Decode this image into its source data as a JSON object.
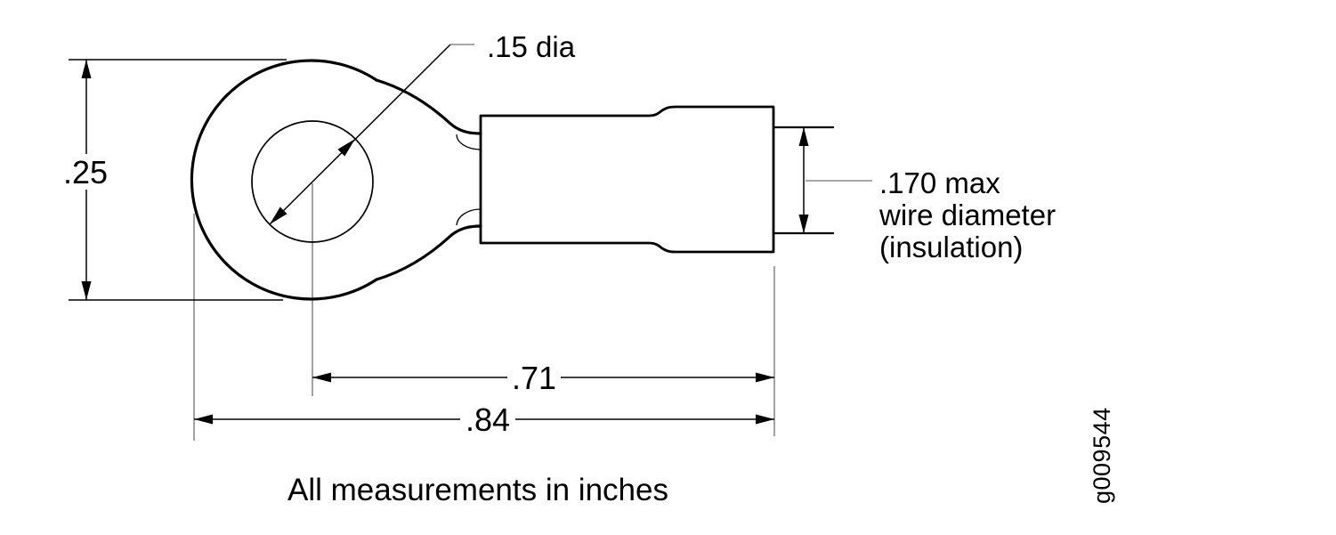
{
  "diagram": {
    "caption": "All measurements in inches",
    "figure_id": "g009544",
    "labels": {
      "ring_outer_diameter": ".25",
      "hole_diameter": ".15 dia",
      "wire_diameter_line1": ".170 max",
      "wire_diameter_line2": "wire diameter",
      "wire_diameter_line3": "(insulation)",
      "hole_center_to_barrel_end": ".71",
      "overall_length": ".84"
    },
    "colors": {
      "line": "#000000",
      "extension_line": "#8a8a8a",
      "background": "#ffffff",
      "text": "#000000"
    }
  }
}
